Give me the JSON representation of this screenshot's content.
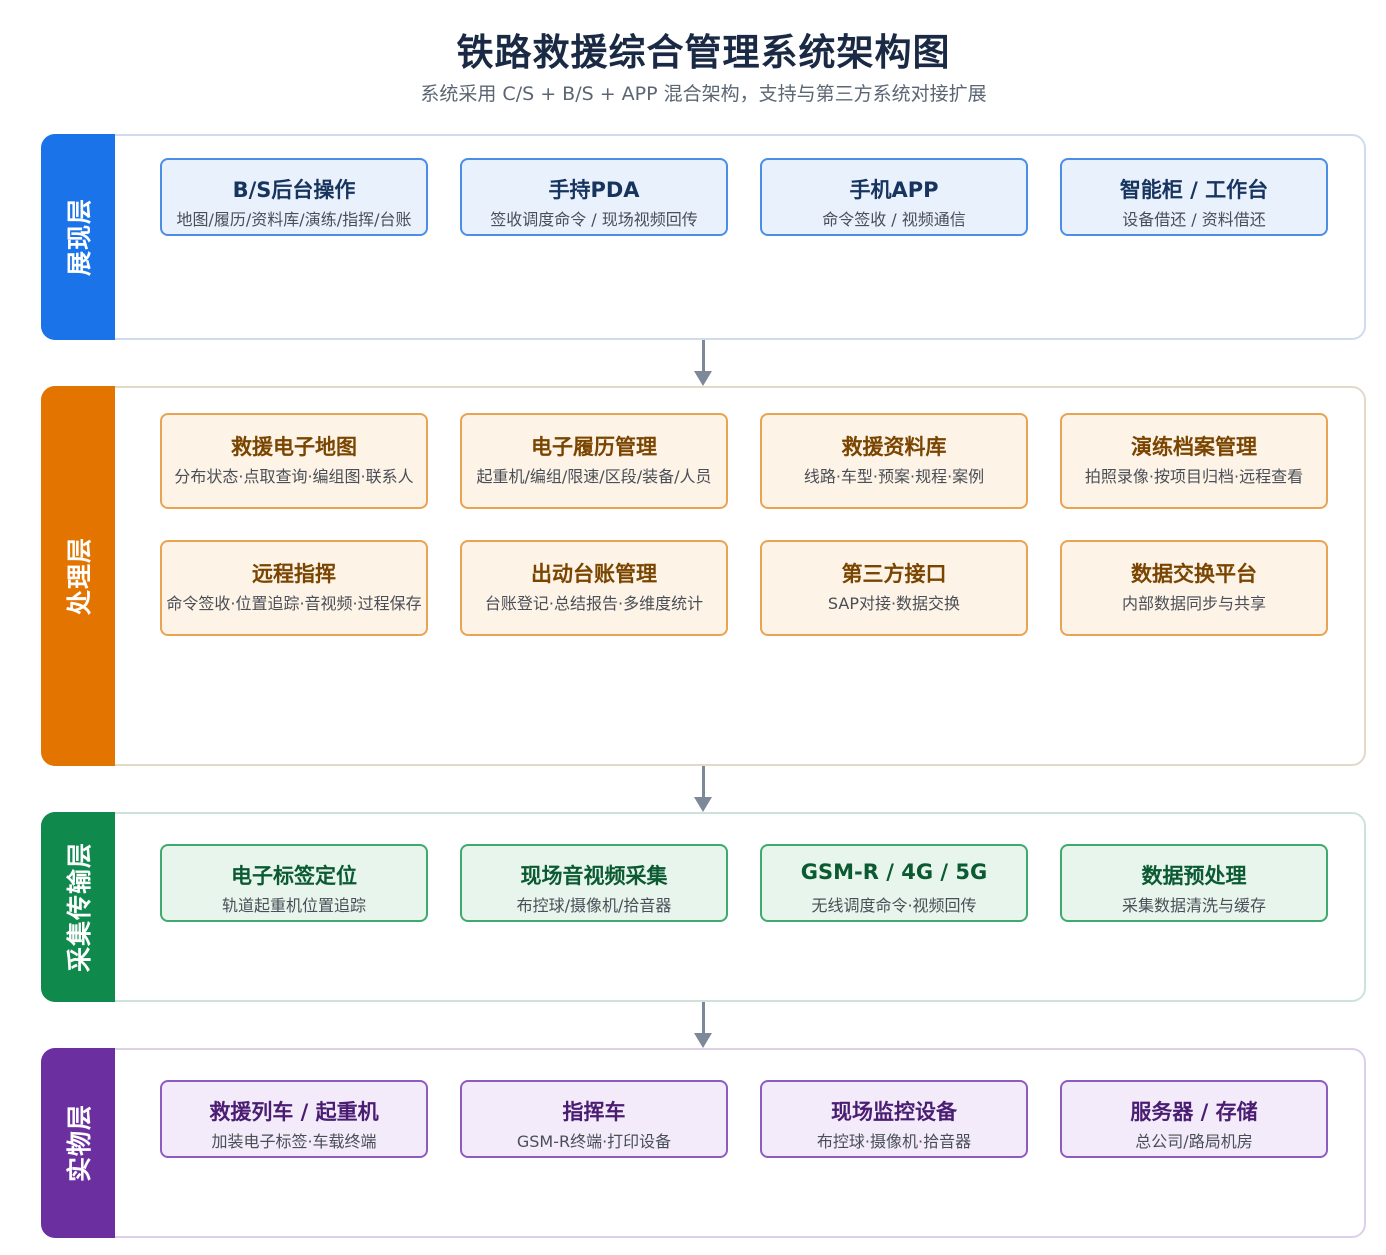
{
  "title": "铁路救援综合管理系统架构图",
  "subtitle": "系统采用 C/S + B/S + APP 混合架构，支持与第三方系统对接扩展",
  "colors": {
    "presentation": "#1a73e8",
    "processing": "#e37400",
    "collection": "#0f8a4c",
    "physical": "#6b2fa0"
  },
  "layers": {
    "presentation": {
      "label": "展现层",
      "cards": [
        {
          "title": "B/S后台操作",
          "sub": "地图/履历/资料库/演练/指挥/台账"
        },
        {
          "title": "手持PDA",
          "sub": "签收调度命令 / 现场视频回传"
        },
        {
          "title": "手机APP",
          "sub": "命令签收 / 视频通信"
        },
        {
          "title": "智能柜 / 工作台",
          "sub": "设备借还 / 资料借还"
        }
      ]
    },
    "processing": {
      "label": "处理层",
      "cards": [
        {
          "title": "救援电子地图",
          "sub": "分布状态·点取查询·编组图·联系人"
        },
        {
          "title": "电子履历管理",
          "sub": "起重机/编组/限速/区段/装备/人员"
        },
        {
          "title": "救援资料库",
          "sub": "线路·车型·预案·规程·案例"
        },
        {
          "title": "演练档案管理",
          "sub": "拍照录像·按项目归档·远程查看"
        },
        {
          "title": "远程指挥",
          "sub": "命令签收·位置追踪·音视频·过程保存"
        },
        {
          "title": "出动台账管理",
          "sub": "台账登记·总结报告·多维度统计"
        },
        {
          "title": "第三方接口",
          "sub": "SAP对接·数据交换"
        },
        {
          "title": "数据交换平台",
          "sub": "内部数据同步与共享"
        }
      ]
    },
    "collection": {
      "label": "采集传输层",
      "cards": [
        {
          "title": "电子标签定位",
          "sub": "轨道起重机位置追踪"
        },
        {
          "title": "现场音视频采集",
          "sub": "布控球/摄像机/拾音器"
        },
        {
          "title": "GSM-R / 4G / 5G",
          "sub": "无线调度命令·视频回传"
        },
        {
          "title": "数据预处理",
          "sub": "采集数据清洗与缓存"
        }
      ]
    },
    "physical": {
      "label": "实物层",
      "cards": [
        {
          "title": "救援列车 / 起重机",
          "sub": "加装电子标签·车载终端"
        },
        {
          "title": "指挥车",
          "sub": "GSM-R终端·打印设备"
        },
        {
          "title": "现场监控设备",
          "sub": "布控球·摄像机·拾音器"
        },
        {
          "title": "服务器 / 存储",
          "sub": "总公司/路局机房"
        }
      ]
    }
  }
}
